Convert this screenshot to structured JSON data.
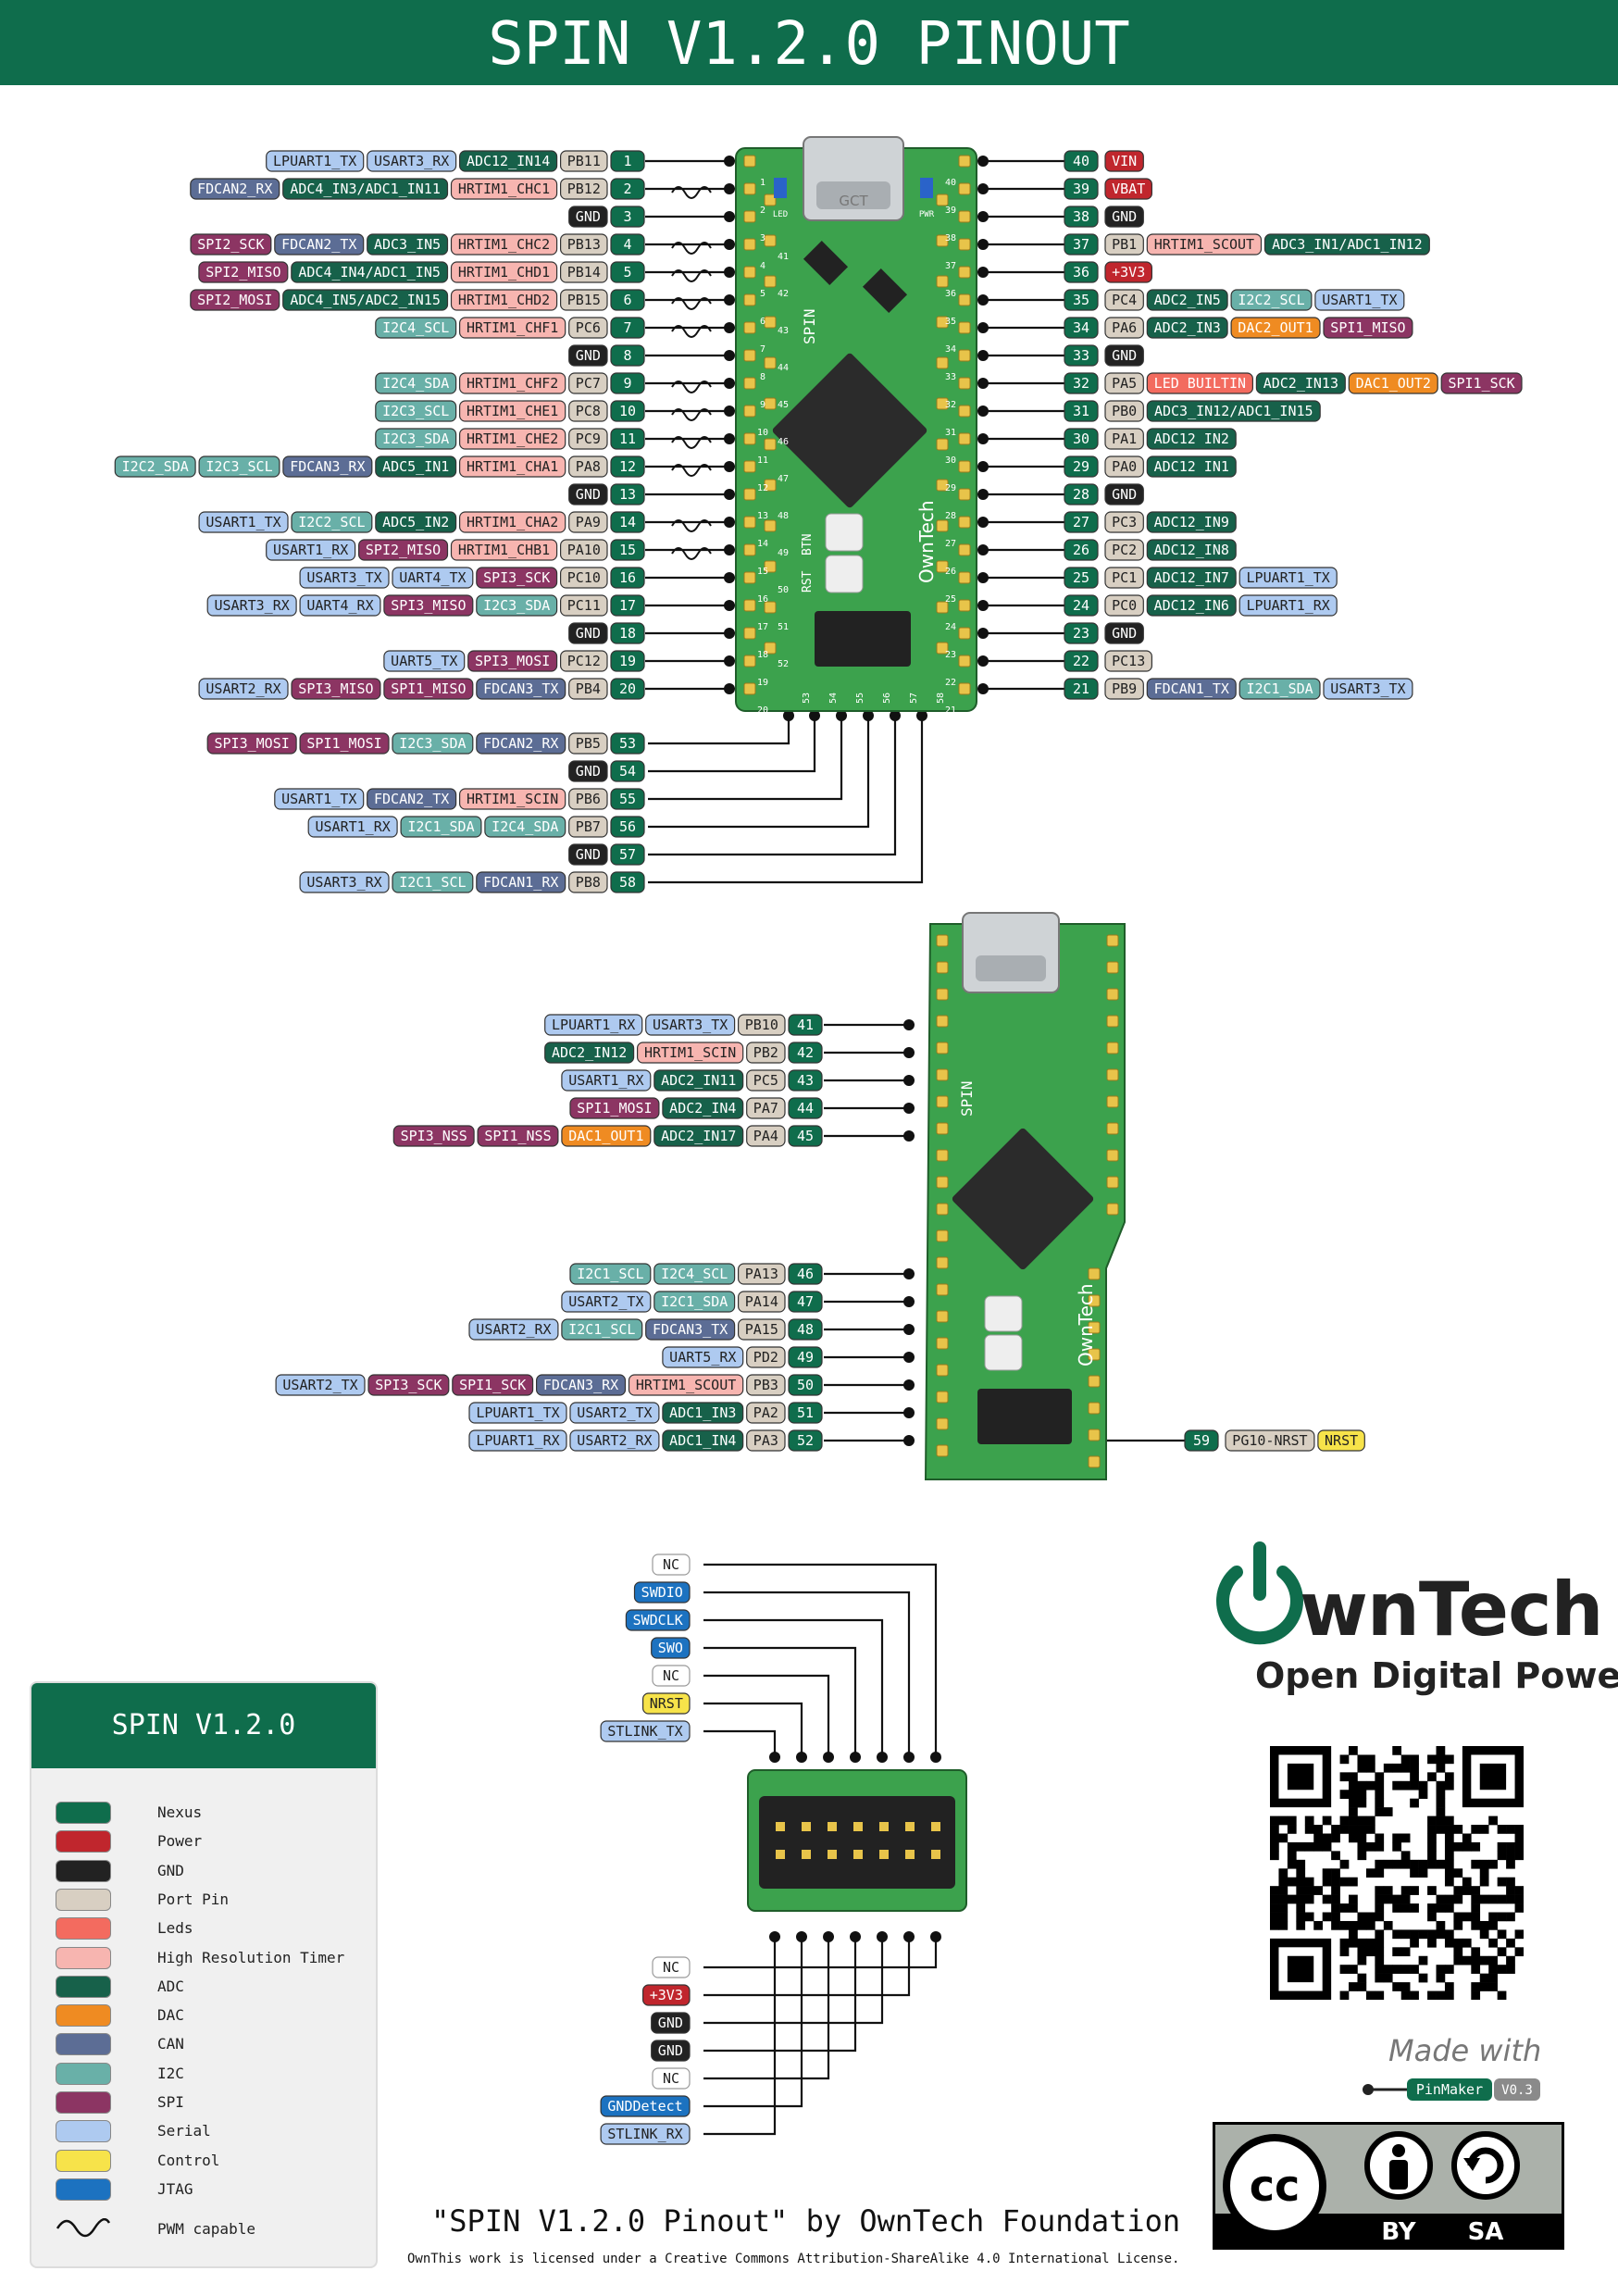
{
  "title": "SPIN V1.2.0 PINOUT",
  "colors": {
    "Nexus": "#0f6d4c",
    "Power": "#c0262d",
    "GND": "#222222",
    "Port Pin": "#d8cfc2",
    "Leds": "#f36b5f",
    "High Resolution Timer": "#f7b5b0",
    "ADC": "#17614a",
    "DAC": "#ef8b22",
    "CAN": "#5c6d95",
    "I2C": "#69b0a8",
    "SPI": "#8c3563",
    "Serial": "#aecaf0",
    "Control": "#f7e34a",
    "JTAG": "#1c72c0",
    "NC": "#ffffff"
  },
  "left_pins": [
    {
      "pin": "1",
      "port": "PB11",
      "fn": [
        [
          "ADC12_IN14",
          "ADC"
        ],
        [
          "USART3_RX",
          "Serial"
        ],
        [
          "LPUART1_TX",
          "Serial"
        ]
      ],
      "pwm": false
    },
    {
      "pin": "2",
      "port": "PB12",
      "fn": [
        [
          "HRTIM1_CHC1",
          "High Resolution Timer"
        ],
        [
          "ADC4_IN3/ADC1_IN11",
          "ADC"
        ],
        [
          "FDCAN2_RX",
          "CAN"
        ]
      ],
      "pwm": true
    },
    {
      "pin": "3",
      "port": "",
      "gnd": "GND",
      "fn": [],
      "pwm": false
    },
    {
      "pin": "4",
      "port": "PB13",
      "fn": [
        [
          "HRTIM1_CHC2",
          "High Resolution Timer"
        ],
        [
          "ADC3_IN5",
          "ADC"
        ],
        [
          "FDCAN2_TX",
          "CAN"
        ],
        [
          "SPI2_SCK",
          "SPI"
        ]
      ],
      "pwm": true
    },
    {
      "pin": "5",
      "port": "PB14",
      "fn": [
        [
          "HRTIM1_CHD1",
          "High Resolution Timer"
        ],
        [
          "ADC4_IN4/ADC1_IN5",
          "ADC"
        ],
        [
          "SPI2_MISO",
          "SPI"
        ]
      ],
      "pwm": true
    },
    {
      "pin": "6",
      "port": "PB15",
      "fn": [
        [
          "HRTIM1_CHD2",
          "High Resolution Timer"
        ],
        [
          "ADC4_IN5/ADC2_IN15",
          "ADC"
        ],
        [
          "SPI2_MOSI",
          "SPI"
        ]
      ],
      "pwm": true
    },
    {
      "pin": "7",
      "port": "PC6",
      "fn": [
        [
          "HRTIM1_CHF1",
          "High Resolution Timer"
        ],
        [
          "I2C4_SCL",
          "I2C"
        ]
      ],
      "pwm": true
    },
    {
      "pin": "8",
      "port": "",
      "gnd": "GND",
      "fn": [],
      "pwm": false
    },
    {
      "pin": "9",
      "port": "PC7",
      "fn": [
        [
          "HRTIM1_CHF2",
          "High Resolution Timer"
        ],
        [
          "I2C4_SDA",
          "I2C"
        ]
      ],
      "pwm": true
    },
    {
      "pin": "10",
      "port": "PC8",
      "fn": [
        [
          "HRTIM1_CHE1",
          "High Resolution Timer"
        ],
        [
          "I2C3_SCL",
          "I2C"
        ]
      ],
      "pwm": true
    },
    {
      "pin": "11",
      "port": "PC9",
      "fn": [
        [
          "HRTIM1_CHE2",
          "High Resolution Timer"
        ],
        [
          "I2C3_SDA",
          "I2C"
        ]
      ],
      "pwm": true
    },
    {
      "pin": "12",
      "port": "PA8",
      "fn": [
        [
          "HRTIM1_CHA1",
          "High Resolution Timer"
        ],
        [
          "ADC5_IN1",
          "ADC"
        ],
        [
          "FDCAN3_RX",
          "CAN"
        ],
        [
          "I2C3_SCL",
          "I2C"
        ],
        [
          "I2C2_SDA",
          "I2C"
        ]
      ],
      "pwm": true
    },
    {
      "pin": "13",
      "port": "",
      "gnd": "GND",
      "fn": [],
      "pwm": false
    },
    {
      "pin": "14",
      "port": "PA9",
      "fn": [
        [
          "HRTIM1_CHA2",
          "High Resolution Timer"
        ],
        [
          "ADC5_IN2",
          "ADC"
        ],
        [
          "I2C2_SCL",
          "I2C"
        ],
        [
          "USART1_TX",
          "Serial"
        ]
      ],
      "pwm": true
    },
    {
      "pin": "15",
      "port": "PA10",
      "fn": [
        [
          "HRTIM1_CHB1",
          "High Resolution Timer"
        ],
        [
          "SPI2_MISO",
          "SPI"
        ],
        [
          "USART1_RX",
          "Serial"
        ]
      ],
      "pwm": true
    },
    {
      "pin": "16",
      "port": "PC10",
      "fn": [
        [
          "SPI3_SCK",
          "SPI"
        ],
        [
          "UART4_TX",
          "Serial"
        ],
        [
          "USART3_TX",
          "Serial"
        ]
      ],
      "pwm": false
    },
    {
      "pin": "17",
      "port": "PC11",
      "fn": [
        [
          "I2C3_SDA",
          "I2C"
        ],
        [
          "SPI3_MISO",
          "SPI"
        ],
        [
          "UART4_RX",
          "Serial"
        ],
        [
          "USART3_RX",
          "Serial"
        ]
      ],
      "pwm": false
    },
    {
      "pin": "18",
      "port": "",
      "gnd": "GND",
      "fn": [],
      "pwm": false
    },
    {
      "pin": "19",
      "port": "PC12",
      "fn": [
        [
          "SPI3_MOSI",
          "SPI"
        ],
        [
          "UART5_TX",
          "Serial"
        ]
      ],
      "pwm": false
    },
    {
      "pin": "20",
      "port": "PB4",
      "fn": [
        [
          "FDCAN3_TX",
          "CAN"
        ],
        [
          "SPI1_MISO",
          "SPI"
        ],
        [
          "SPI3_MISO",
          "SPI"
        ],
        [
          "USART2_RX",
          "Serial"
        ]
      ],
      "pwm": false
    }
  ],
  "right_pins": [
    {
      "pin": "40",
      "fn": [
        [
          "VIN",
          "Power"
        ]
      ]
    },
    {
      "pin": "39",
      "fn": [
        [
          "VBAT",
          "Power"
        ]
      ]
    },
    {
      "pin": "38",
      "fn": [
        [
          "GND",
          "GND"
        ]
      ]
    },
    {
      "pin": "37",
      "fn": [
        [
          "PB1",
          "Port Pin"
        ],
        [
          "HRTIM1_SCOUT",
          "High Resolution Timer"
        ],
        [
          "ADC3_IN1/ADC1_IN12",
          "ADC"
        ]
      ]
    },
    {
      "pin": "36",
      "fn": [
        [
          "+3V3",
          "Power"
        ]
      ]
    },
    {
      "pin": "35",
      "fn": [
        [
          "PC4",
          "Port Pin"
        ],
        [
          "ADC2_IN5",
          "ADC"
        ],
        [
          "I2C2_SCL",
          "I2C"
        ],
        [
          "USART1_TX",
          "Serial"
        ]
      ]
    },
    {
      "pin": "34",
      "fn": [
        [
          "PA6",
          "Port Pin"
        ],
        [
          "ADC2_IN3",
          "ADC"
        ],
        [
          "DAC2_OUT1",
          "DAC"
        ],
        [
          "SPI1_MISO",
          "SPI"
        ]
      ]
    },
    {
      "pin": "33",
      "fn": [
        [
          "GND",
          "GND"
        ]
      ]
    },
    {
      "pin": "32",
      "fn": [
        [
          "PA5",
          "Port Pin"
        ],
        [
          "LED BUILTIN",
          "Leds"
        ],
        [
          "ADC2_IN13",
          "ADC"
        ],
        [
          "DAC1_OUT2",
          "DAC"
        ],
        [
          "SPI1_SCK",
          "SPI"
        ]
      ]
    },
    {
      "pin": "31",
      "fn": [
        [
          "PB0",
          "Port Pin"
        ],
        [
          "ADC3_IN12/ADC1_IN15",
          "ADC"
        ]
      ]
    },
    {
      "pin": "30",
      "fn": [
        [
          "PA1",
          "Port Pin"
        ],
        [
          "ADC12 IN2",
          "ADC"
        ]
      ]
    },
    {
      "pin": "29",
      "fn": [
        [
          "PA0",
          "Port Pin"
        ],
        [
          "ADC12 IN1",
          "ADC"
        ]
      ]
    },
    {
      "pin": "28",
      "fn": [
        [
          "GND",
          "GND"
        ]
      ]
    },
    {
      "pin": "27",
      "fn": [
        [
          "PC3",
          "Port Pin"
        ],
        [
          "ADC12_IN9",
          "ADC"
        ]
      ]
    },
    {
      "pin": "26",
      "fn": [
        [
          "PC2",
          "Port Pin"
        ],
        [
          "ADC12_IN8",
          "ADC"
        ]
      ]
    },
    {
      "pin": "25",
      "fn": [
        [
          "PC1",
          "Port Pin"
        ],
        [
          "ADC12_IN7",
          "ADC"
        ],
        [
          "LPUART1_TX",
          "Serial"
        ]
      ]
    },
    {
      "pin": "24",
      "fn": [
        [
          "PC0",
          "Port Pin"
        ],
        [
          "ADC12_IN6",
          "ADC"
        ],
        [
          "LPUART1_RX",
          "Serial"
        ]
      ]
    },
    {
      "pin": "23",
      "fn": [
        [
          "GND",
          "GND"
        ]
      ]
    },
    {
      "pin": "22",
      "fn": [
        [
          "PC13",
          "Port Pin"
        ]
      ]
    },
    {
      "pin": "21",
      "fn": [
        [
          "PB9",
          "Port Pin"
        ],
        [
          "FDCAN1_TX",
          "CAN"
        ],
        [
          "I2C1_SDA",
          "I2C"
        ],
        [
          "USART3_TX",
          "Serial"
        ]
      ]
    }
  ],
  "bottom_pins": [
    {
      "pin": "53",
      "port": "PB5",
      "fn": [
        [
          "FDCAN2_RX",
          "CAN"
        ],
        [
          "I2C3_SDA",
          "I2C"
        ],
        [
          "SPI1_MOSI",
          "SPI"
        ],
        [
          "SPI3_MOSI",
          "SPI"
        ]
      ]
    },
    {
      "pin": "54",
      "port": "",
      "gnd": "GND",
      "fn": []
    },
    {
      "pin": "55",
      "port": "PB6",
      "fn": [
        [
          "HRTIM1_SCIN",
          "High Resolution Timer"
        ],
        [
          "FDCAN2_TX",
          "CAN"
        ],
        [
          "USART1_TX",
          "Serial"
        ]
      ]
    },
    {
      "pin": "56",
      "port": "PB7",
      "fn": [
        [
          "I2C4_SDA",
          "I2C"
        ],
        [
          "I2C1_SDA",
          "I2C"
        ],
        [
          "USART1_RX",
          "Serial"
        ]
      ]
    },
    {
      "pin": "57",
      "port": "",
      "gnd": "GND",
      "fn": []
    },
    {
      "pin": "58",
      "port": "PB8",
      "fn": [
        [
          "FDCAN1_RX",
          "CAN"
        ],
        [
          "I2C1_SCL",
          "I2C"
        ],
        [
          "USART3_RX",
          "Serial"
        ]
      ]
    }
  ],
  "back_pins": [
    {
      "pin": "41",
      "port": "PB10",
      "fn": [
        [
          "USART3_TX",
          "Serial"
        ],
        [
          "LPUART1_RX",
          "Serial"
        ]
      ]
    },
    {
      "pin": "42",
      "port": "PB2",
      "fn": [
        [
          "HRTIM1_SCIN",
          "High Resolution Timer"
        ],
        [
          "ADC2_IN12",
          "ADC"
        ]
      ]
    },
    {
      "pin": "43",
      "port": "PC5",
      "fn": [
        [
          "ADC2_IN11",
          "ADC"
        ],
        [
          "USART1_RX",
          "Serial"
        ]
      ]
    },
    {
      "pin": "44",
      "port": "PA7",
      "fn": [
        [
          "ADC2_IN4",
          "ADC"
        ],
        [
          "SPI1_MOSI",
          "SPI"
        ]
      ]
    },
    {
      "pin": "45",
      "port": "PA4",
      "fn": [
        [
          "ADC2_IN17",
          "ADC"
        ],
        [
          "DAC1_OUT1",
          "DAC"
        ],
        [
          "SPI1_NSS",
          "SPI"
        ],
        [
          "SPI3_NSS",
          "SPI"
        ]
      ]
    },
    {
      "pin": "46",
      "port": "PA13",
      "fn": [
        [
          "I2C4_SCL",
          "I2C"
        ],
        [
          "I2C1_SCL",
          "I2C"
        ]
      ]
    },
    {
      "pin": "47",
      "port": "PA14",
      "fn": [
        [
          "I2C1_SDA",
          "I2C"
        ],
        [
          "USART2_TX",
          "Serial"
        ]
      ]
    },
    {
      "pin": "48",
      "port": "PA15",
      "fn": [
        [
          "FDCAN3_TX",
          "CAN"
        ],
        [
          "I2C1_SCL",
          "I2C"
        ],
        [
          "USART2_RX",
          "Serial"
        ]
      ]
    },
    {
      "pin": "49",
      "port": "PD2",
      "fn": [
        [
          "UART5_RX",
          "Serial"
        ]
      ]
    },
    {
      "pin": "50",
      "port": "PB3",
      "fn": [
        [
          "HRTIM1_SCOUT",
          "High Resolution Timer"
        ],
        [
          "FDCAN3_RX",
          "CAN"
        ],
        [
          "SPI1_SCK",
          "SPI"
        ],
        [
          "SPI3_SCK",
          "SPI"
        ],
        [
          "USART2_TX",
          "Serial"
        ]
      ]
    },
    {
      "pin": "51",
      "port": "PA2",
      "fn": [
        [
          "ADC1_IN3",
          "ADC"
        ],
        [
          "USART2_TX",
          "Serial"
        ],
        [
          "LPUART1_TX",
          "Serial"
        ]
      ]
    },
    {
      "pin": "52",
      "port": "PA3",
      "fn": [
        [
          "ADC1_IN4",
          "ADC"
        ],
        [
          "USART2_RX",
          "Serial"
        ],
        [
          "LPUART1_RX",
          "Serial"
        ]
      ]
    }
  ],
  "extra_pin": {
    "pin": "59",
    "fn": [
      [
        "PG10-NRST",
        "Port Pin"
      ],
      [
        "NRST",
        "Control"
      ]
    ]
  },
  "jtag_top": [
    [
      "NC",
      "NC"
    ],
    [
      "SWDIO",
      "JTAG"
    ],
    [
      "SWDCLK",
      "JTAG"
    ],
    [
      "SWO",
      "JTAG"
    ],
    [
      "NC",
      "NC"
    ],
    [
      "NRST",
      "Control"
    ],
    [
      "STLINK_TX",
      "Serial"
    ]
  ],
  "jtag_bottom": [
    [
      "NC",
      "NC"
    ],
    [
      "+3V3",
      "Power"
    ],
    [
      "GND",
      "GND"
    ],
    [
      "GND",
      "GND"
    ],
    [
      "NC",
      "NC"
    ],
    [
      "GNDDetect",
      "JTAG"
    ],
    [
      "STLINK_RX",
      "Serial"
    ]
  ],
  "board_silk": {
    "spin": "SPIN",
    "owntech": "OwnTech",
    "rst": "RST",
    "btn": "BTN",
    "gct": "GCT",
    "led": "LED",
    "pwr": "PWR",
    "left_numbers": [
      "1",
      "2",
      "3",
      "4",
      "5",
      "6",
      "7",
      "8",
      "9",
      "10",
      "11",
      "12",
      "13",
      "14",
      "15",
      "16",
      "17",
      "18",
      "19",
      "20"
    ],
    "left_inner": [
      "41",
      "42",
      "43",
      "44",
      "45",
      "46",
      "47",
      "48",
      "49",
      "50",
      "51",
      "52"
    ],
    "right_numbers": [
      "40",
      "39",
      "38",
      "37",
      "36",
      "35",
      "34",
      "33",
      "32",
      "31",
      "30",
      "29",
      "28",
      "27",
      "26",
      "25",
      "24",
      "23",
      "22",
      "21"
    ],
    "bottom_numbers": [
      "53",
      "54",
      "55",
      "56",
      "57",
      "58"
    ]
  },
  "legend": {
    "title": "SPIN V1.2.0",
    "items": [
      {
        "label": "Nexus",
        "color": "#0f6d4c"
      },
      {
        "label": "Power",
        "color": "#c0262d"
      },
      {
        "label": "GND",
        "color": "#222222"
      },
      {
        "label": "Port Pin",
        "color": "#d8cfc2"
      },
      {
        "label": "Leds",
        "color": "#f36b5f"
      },
      {
        "label": "High Resolution Timer",
        "color": "#f7b5b0"
      },
      {
        "label": "ADC",
        "color": "#17614a"
      },
      {
        "label": "DAC",
        "color": "#ef8b22"
      },
      {
        "label": "CAN",
        "color": "#5c6d95"
      },
      {
        "label": "I2C",
        "color": "#69b0a8"
      },
      {
        "label": "SPI",
        "color": "#8c3563"
      },
      {
        "label": "Serial",
        "color": "#aecaf0"
      },
      {
        "label": "Control",
        "color": "#f7e34a"
      },
      {
        "label": "JTAG",
        "color": "#1c72c0"
      }
    ],
    "pwm_label": "PWM capable"
  },
  "brand": {
    "name": "wnTech",
    "subtitle": "Open Digital Power"
  },
  "made_with": "Made with",
  "pinmaker": {
    "name": "PinMaker",
    "version": "V0.3"
  },
  "cc_badges": {
    "cc": "cc",
    "by": "BY",
    "sa": "SA"
  },
  "credit": "\"SPIN V1.2.0 Pinout\" by OwnTech Foundation",
  "license_text": "OwnThis work is licensed under a Creative Commons Attribution-ShareAlike 4.0 International License."
}
